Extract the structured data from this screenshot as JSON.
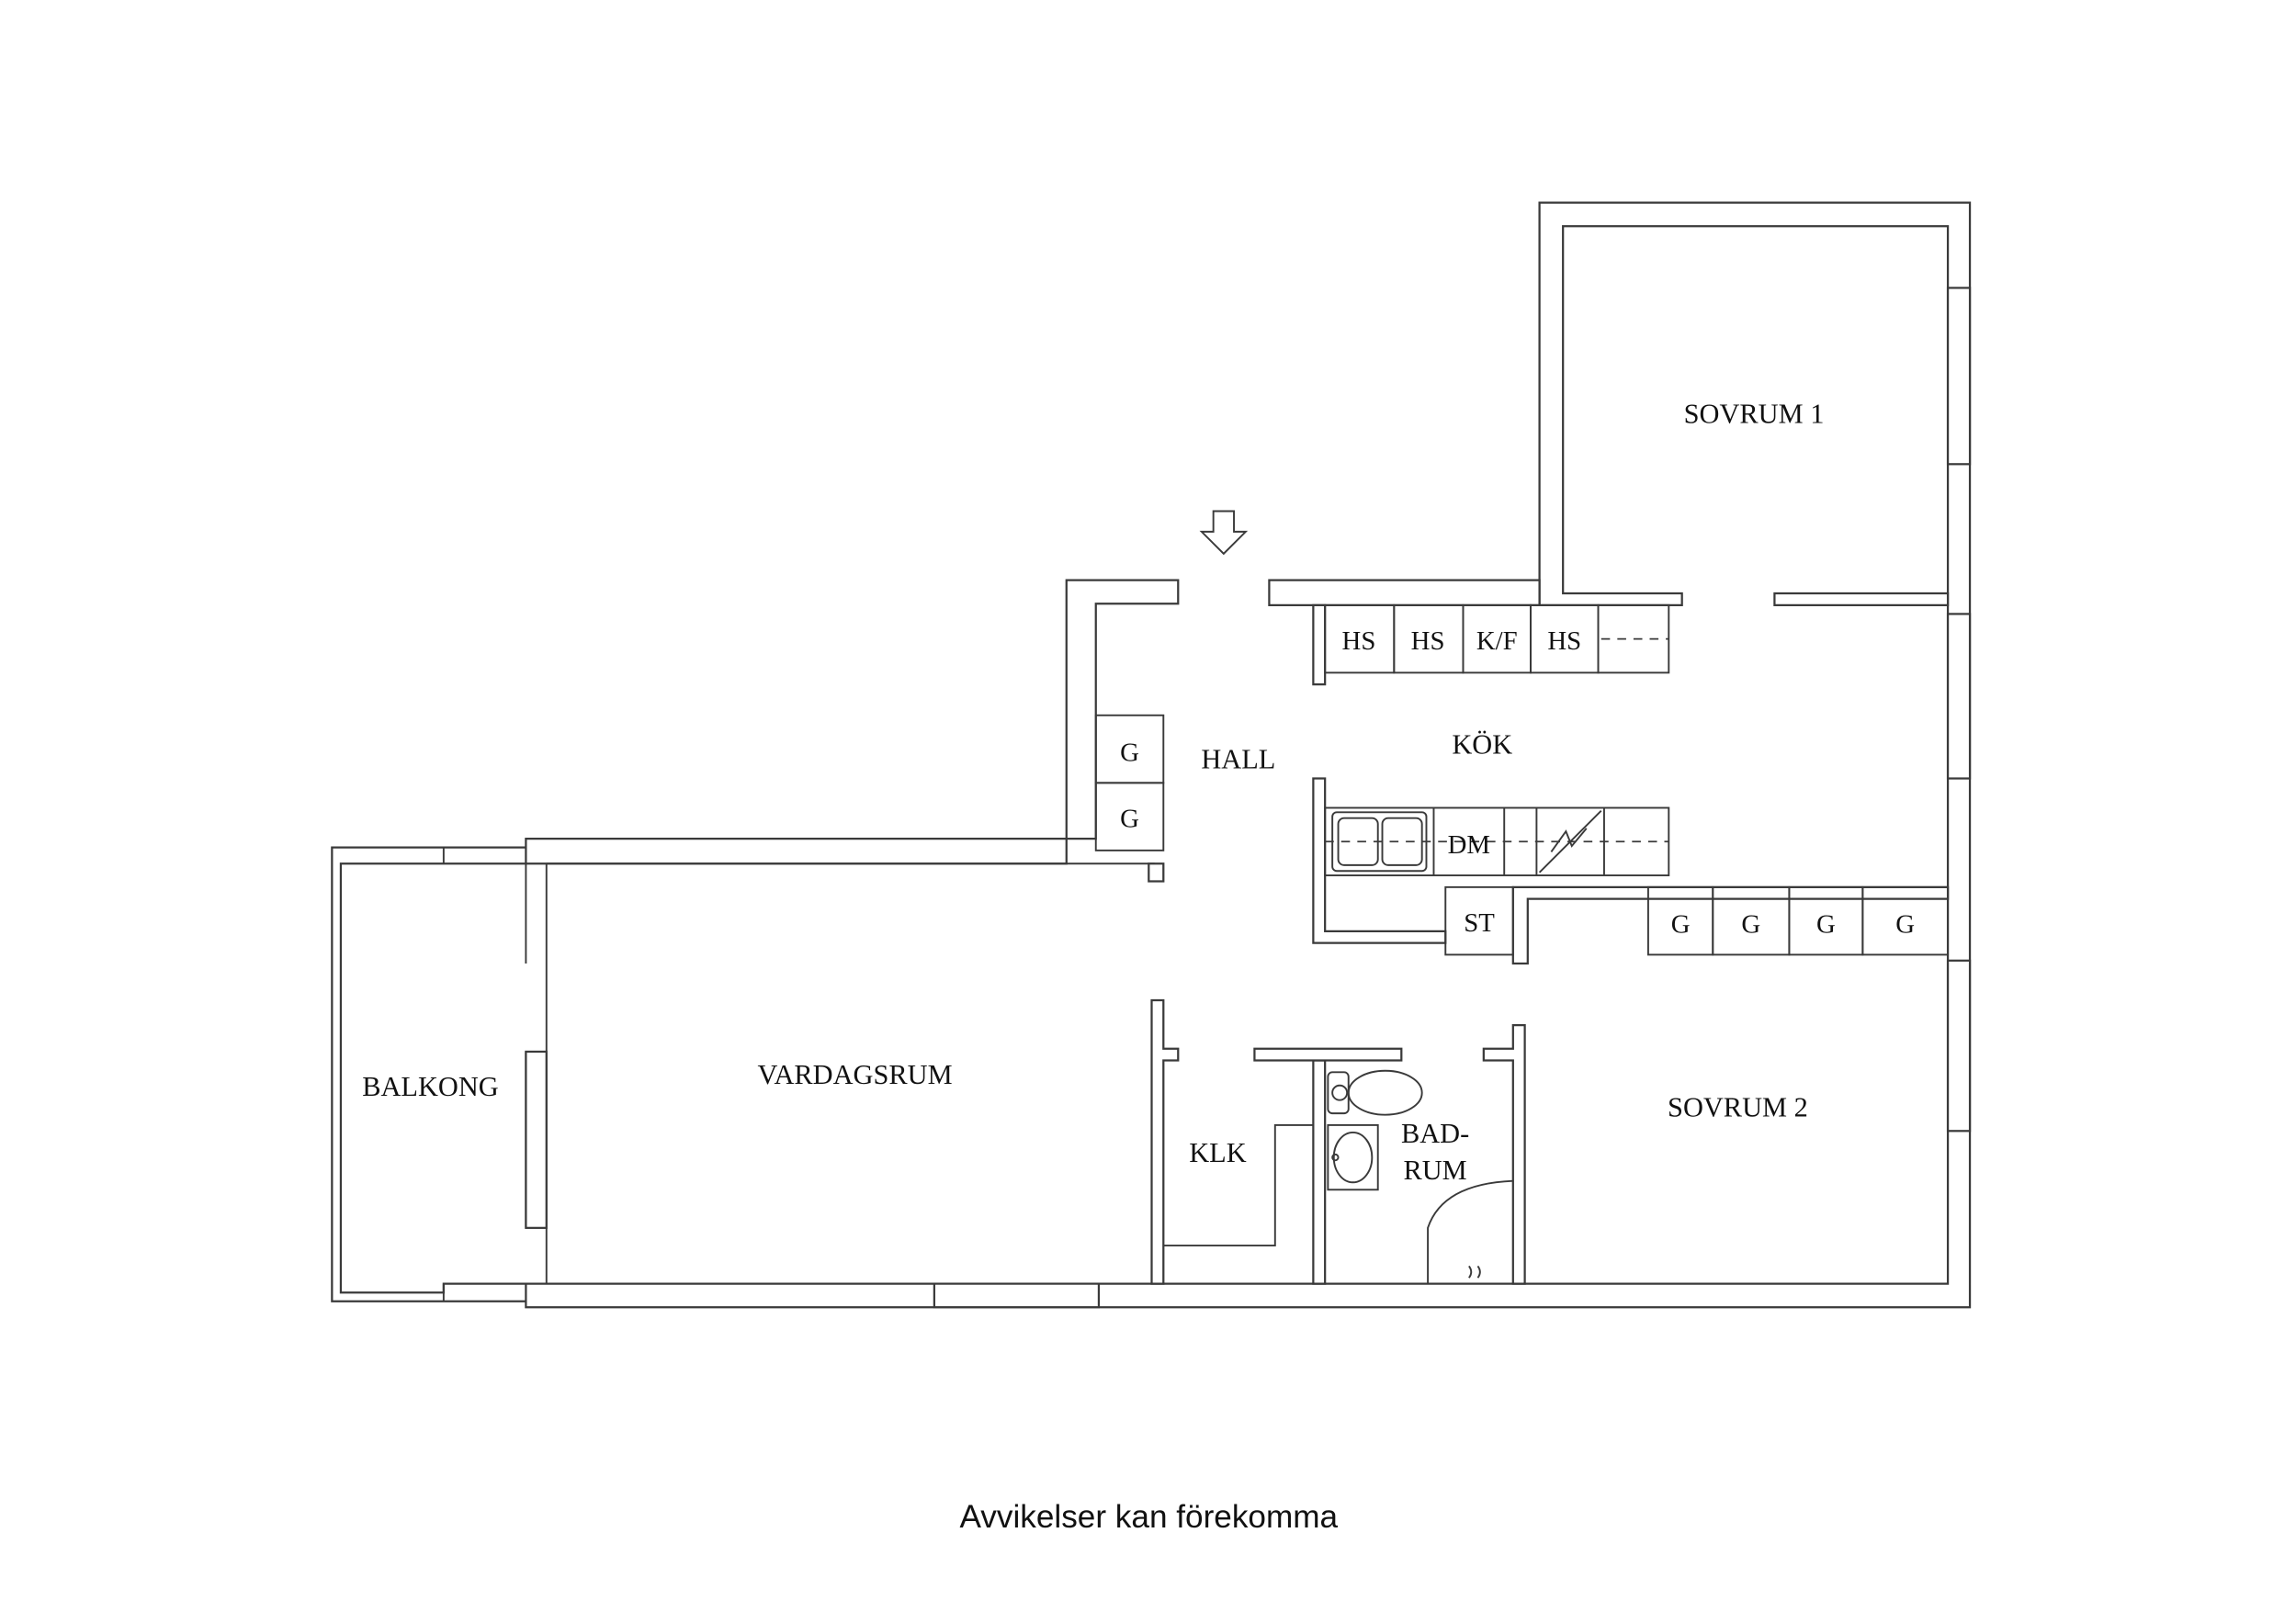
{
  "rooms": {
    "sovrum1": "SOVRUM 1",
    "sovrum2": "SOVRUM 2",
    "kok": "KÖK",
    "hall": "HALL",
    "vardagsrum": "VARDAGSRUM",
    "balkong": "BALKONG",
    "klk": "KLK",
    "badrum_line1": "BAD-",
    "badrum_line2": "RUM"
  },
  "fixtures": {
    "upper_cabinets": [
      "HS",
      "HS",
      "K/F",
      "HS"
    ],
    "dishwasher": "DM",
    "stove": "ST",
    "hall_closets": [
      "G",
      "G"
    ],
    "corridor_closets": [
      "G",
      "G",
      "G",
      "G"
    ]
  },
  "icons": {
    "entrance": "entrance-arrow-icon",
    "sink": "kitchen-sink-icon",
    "stovetop": "cooktop-icon",
    "toilet": "toilet-icon",
    "basin": "wash-basin-icon",
    "shower": "shower-icon"
  },
  "footer": {
    "caption": "Avvikelser kan förekomma"
  }
}
